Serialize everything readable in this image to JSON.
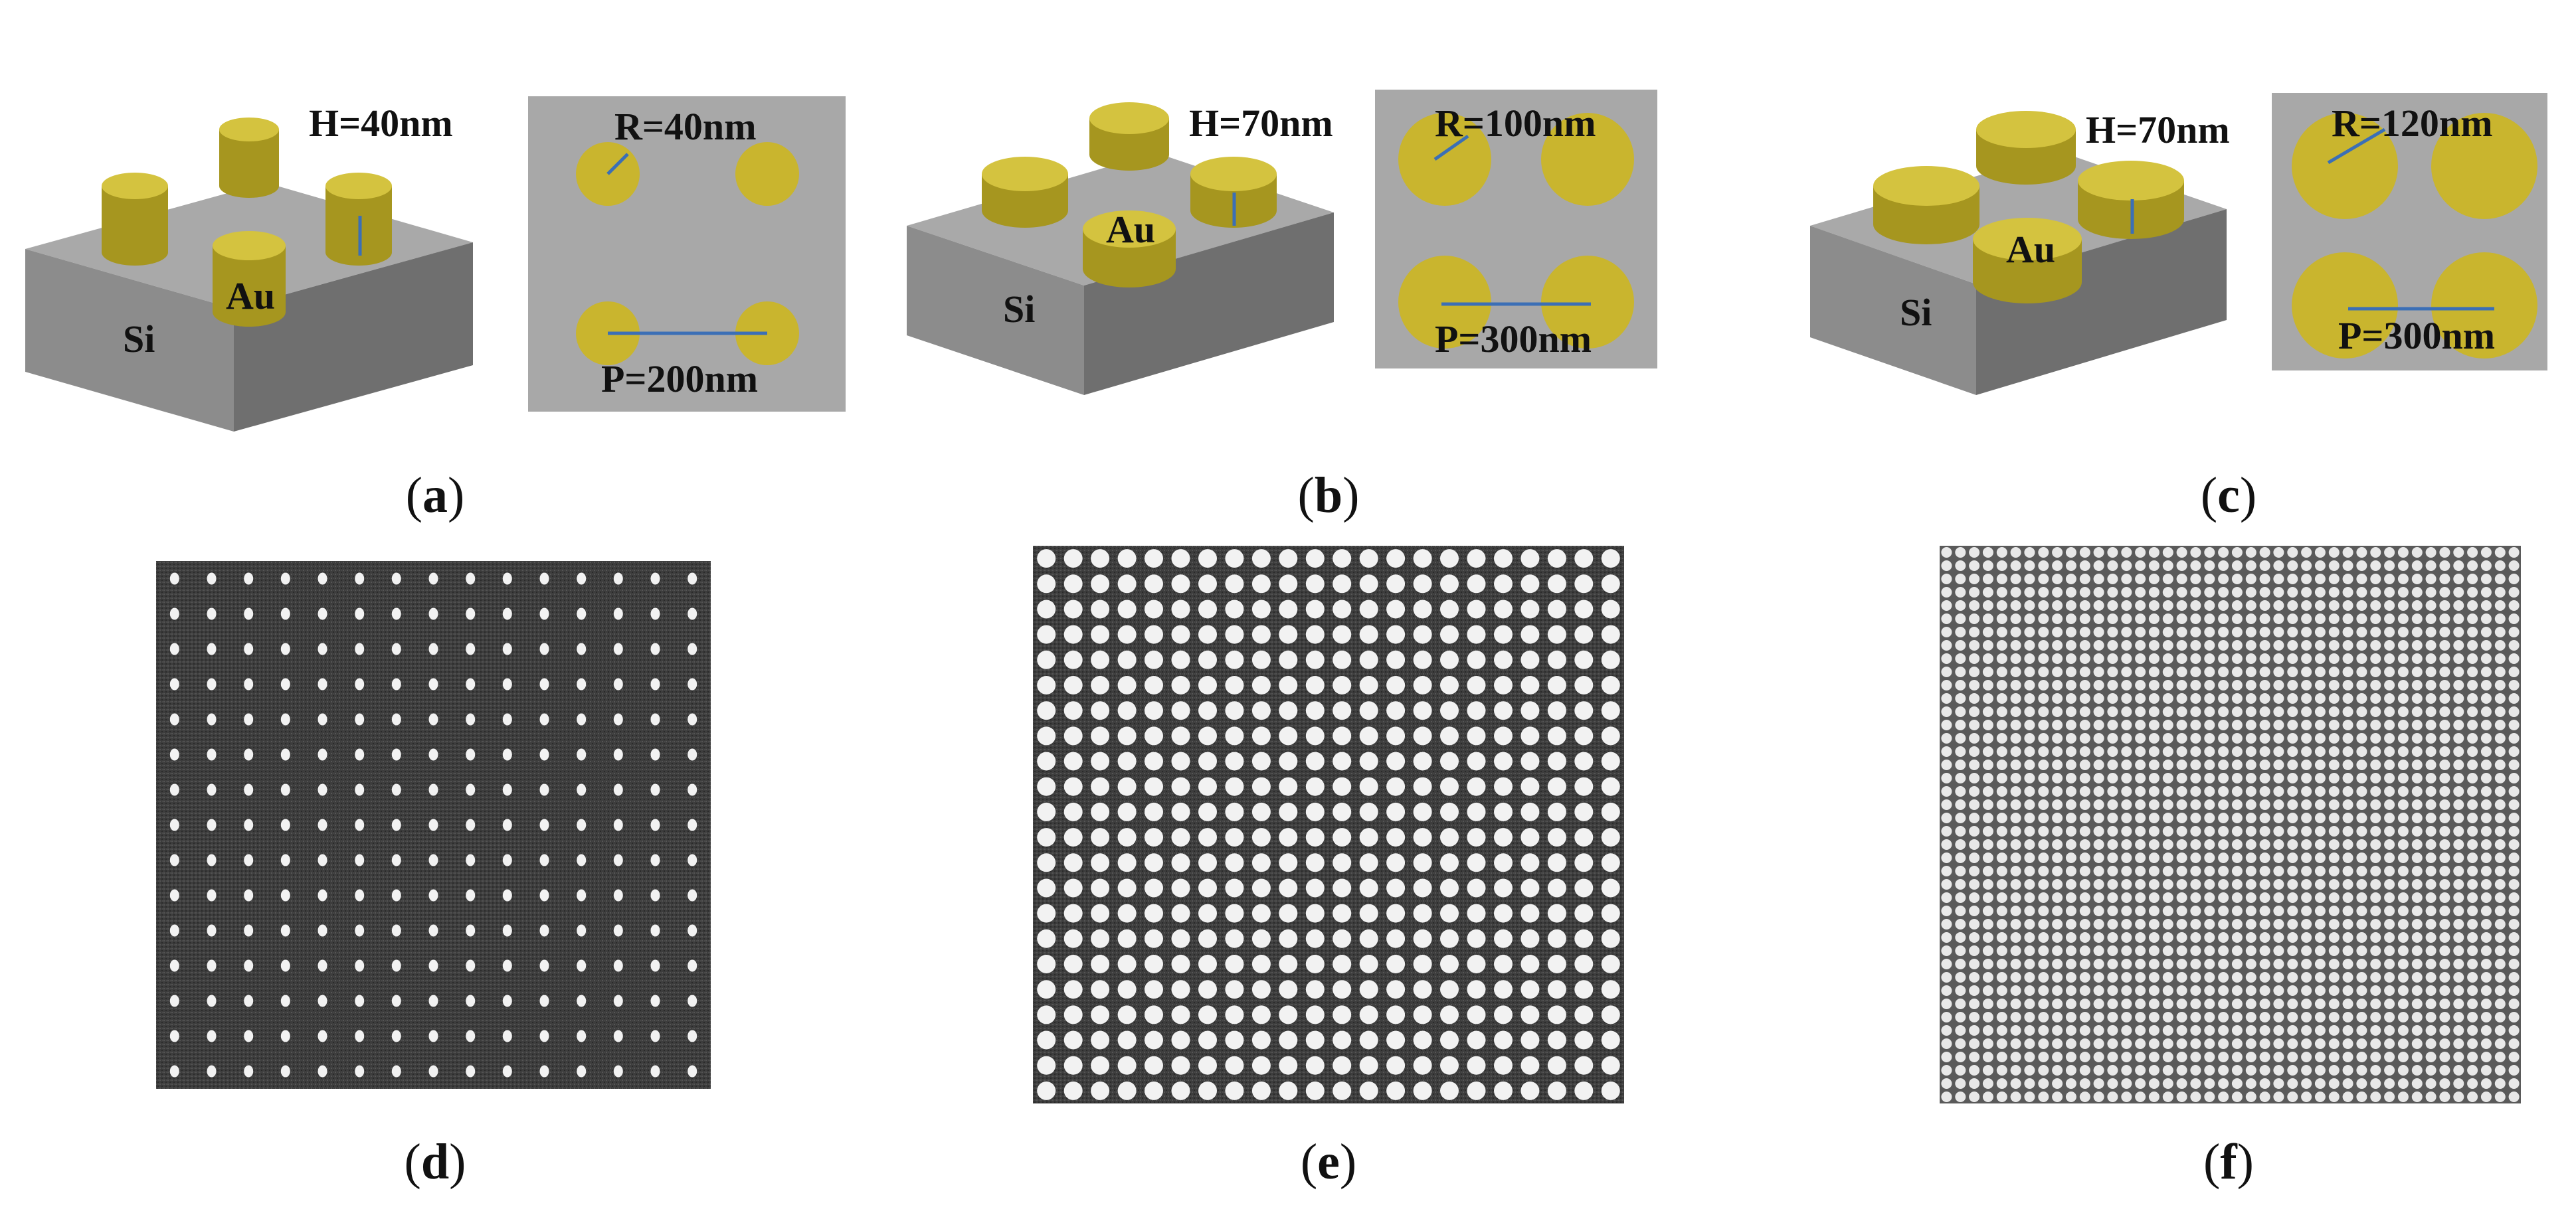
{
  "panels": [
    {
      "id": "a",
      "caption": "a",
      "material_pillar": "Au",
      "material_substrate": "Si",
      "height_label": "H=40nm",
      "radius_label": "R=40nm",
      "period_label": "P=200nm",
      "pillar_size": "small"
    },
    {
      "id": "b",
      "caption": "b",
      "material_pillar": "Au",
      "material_substrate": "Si",
      "height_label": "H=70nm",
      "radius_label": "R=100nm",
      "period_label": "P=300nm",
      "pillar_size": "medium"
    },
    {
      "id": "c",
      "caption": "c",
      "material_pillar": "Au",
      "material_substrate": "Si",
      "height_label": "H=70nm",
      "radius_label": "R=120nm",
      "period_label": "P=300nm",
      "pillar_size": "large"
    },
    {
      "id": "d",
      "caption": "d",
      "image": "sem-dot-array-sparse"
    },
    {
      "id": "e",
      "caption": "e",
      "image": "sem-dot-array-medium"
    },
    {
      "id": "f",
      "caption": "f",
      "image": "sem-dot-array-dense"
    }
  ],
  "colors": {
    "gold": "#c9b52e",
    "gold_top": "#d4c33f",
    "gold_dark": "#9c8b18",
    "si_top": "#a9a9a9",
    "si_left": "#8c8c8c",
    "si_right": "#6f6f6f",
    "topview_bg": "#a8a8a8",
    "arrow": "#3b6fb6",
    "sem_bg": "#3a3a3a",
    "sem_dot": "#f2f2f2"
  }
}
